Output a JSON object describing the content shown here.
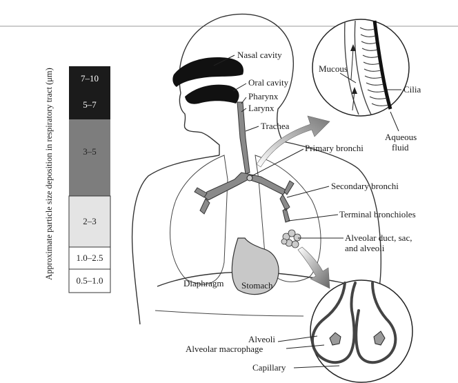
{
  "axis_label": "Approximate particle size deposition in respiratory tract (μm)",
  "size_bands": [
    {
      "label": "7–10",
      "shade": "#1b1b1b"
    },
    {
      "label": "5–7",
      "shade": "#1b1b1b"
    },
    {
      "label": "3–5",
      "shade": "#7d7d7d"
    },
    {
      "label": "2–3",
      "shade": "#e4e4e4"
    },
    {
      "label": "1.0–2.5",
      "shade": "#ffffff"
    },
    {
      "label": "0.5–1.0",
      "shade": "#ffffff"
    }
  ],
  "labels": {
    "nasal_cavity": "Nasal cavity",
    "oral_cavity": "Oral cavity",
    "pharynx": "Pharynx",
    "larynx": "Larynx",
    "trachea": "Trachea",
    "primary_bronchi": "Primary bronchi",
    "secondary_bronchi": "Secondary bronchi",
    "terminal_bronchioles": "Terminal bronchioles",
    "alveolar_duct_line1": "Alveolar duct, sac,",
    "alveolar_duct_line2": "and alveoli",
    "diaphragm": "Diaphragm",
    "stomach": "Stomach",
    "mucous": "Mucous",
    "cilia": "Cilia",
    "aqueous_line1": "Aqueous",
    "aqueous_line2": "fluid",
    "alveoli": "Alveoli",
    "alveolar_macrophage": "Alveolar macrophage",
    "capillary": "Capillary"
  }
}
